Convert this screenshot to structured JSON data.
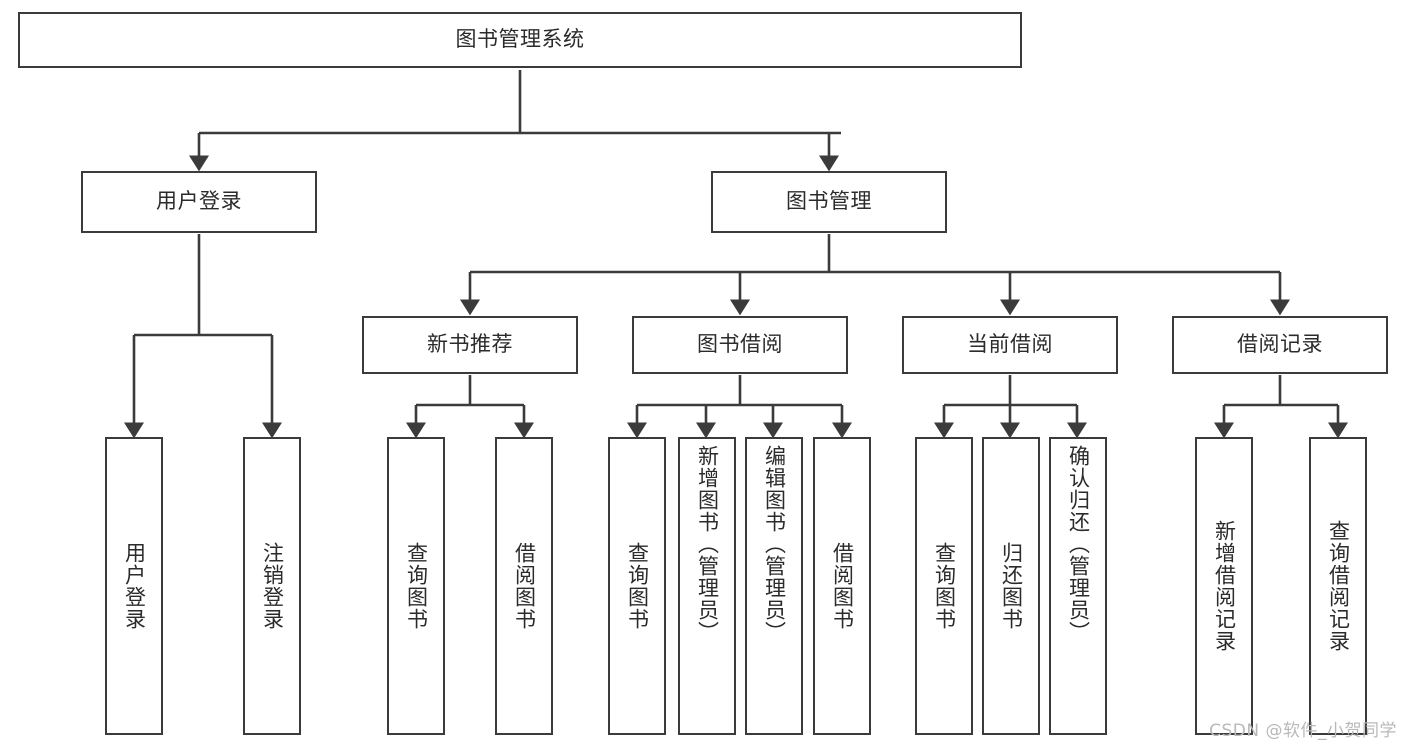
{
  "diagram": {
    "type": "tree-hierarchy",
    "title": "图书管理系统",
    "watermark": "CSDN @软件_小贺同学",
    "colors": {
      "box_border": "#3b3b3b",
      "box_fill": "#ffffff",
      "connector": "#3b3b3b",
      "text": "#2b2b2b",
      "watermark": "#b9b9b9",
      "background": "#ffffff"
    },
    "nodes": {
      "root": {
        "label": "图书管理系统",
        "orientation": "horizontal",
        "level": 0
      },
      "user_login": {
        "label": "用户登录",
        "orientation": "horizontal",
        "level": 1
      },
      "book_manage": {
        "label": "图书管理",
        "orientation": "horizontal",
        "level": 1
      },
      "new_book_rec": {
        "label": "新书推荐",
        "orientation": "horizontal",
        "level": 2
      },
      "book_borrow": {
        "label": "图书借阅",
        "orientation": "horizontal",
        "level": 2
      },
      "current_borrow": {
        "label": "当前借阅",
        "orientation": "horizontal",
        "level": 2
      },
      "borrow_record": {
        "label": "借阅记录",
        "orientation": "horizontal",
        "level": 2
      },
      "leaf_user_login": {
        "label": "用户登录",
        "orientation": "vertical",
        "level": 3
      },
      "leaf_logout": {
        "label": "注销登录",
        "orientation": "vertical",
        "level": 3
      },
      "leaf_query_book_a": {
        "label": "查询图书",
        "orientation": "vertical",
        "level": 3
      },
      "leaf_borrow_book_a": {
        "label": "借阅图书",
        "orientation": "vertical",
        "level": 3
      },
      "leaf_query_book_b": {
        "label": "查询图书",
        "orientation": "vertical",
        "level": 3
      },
      "leaf_add_book": {
        "label": "新增图书（管理员）",
        "orientation": "vertical",
        "level": 3
      },
      "leaf_edit_book": {
        "label": "编辑图书（管理员）",
        "orientation": "vertical",
        "level": 3
      },
      "leaf_borrow_book_b": {
        "label": "借阅图书",
        "orientation": "vertical",
        "level": 3
      },
      "leaf_query_book_c": {
        "label": "查询图书",
        "orientation": "vertical",
        "level": 3
      },
      "leaf_return_book": {
        "label": "归还图书",
        "orientation": "vertical",
        "level": 3
      },
      "leaf_confirm_return": {
        "label": "确认归还（管理员）",
        "orientation": "vertical",
        "level": 3
      },
      "leaf_add_record": {
        "label": "新增借阅记录",
        "orientation": "vertical",
        "level": 3
      },
      "leaf_query_record": {
        "label": "查询借阅记录",
        "orientation": "vertical",
        "level": 3
      }
    },
    "edges": [
      {
        "from": "root",
        "to": "user_login"
      },
      {
        "from": "root",
        "to": "book_manage"
      },
      {
        "from": "user_login",
        "to": "leaf_user_login"
      },
      {
        "from": "user_login",
        "to": "leaf_logout"
      },
      {
        "from": "book_manage",
        "to": "new_book_rec"
      },
      {
        "from": "book_manage",
        "to": "book_borrow"
      },
      {
        "from": "book_manage",
        "to": "current_borrow"
      },
      {
        "from": "book_manage",
        "to": "borrow_record"
      },
      {
        "from": "new_book_rec",
        "to": "leaf_query_book_a"
      },
      {
        "from": "new_book_rec",
        "to": "leaf_borrow_book_a"
      },
      {
        "from": "book_borrow",
        "to": "leaf_query_book_b"
      },
      {
        "from": "book_borrow",
        "to": "leaf_add_book"
      },
      {
        "from": "book_borrow",
        "to": "leaf_edit_book"
      },
      {
        "from": "book_borrow",
        "to": "leaf_borrow_book_b"
      },
      {
        "from": "current_borrow",
        "to": "leaf_query_book_c"
      },
      {
        "from": "current_borrow",
        "to": "leaf_return_book"
      },
      {
        "from": "current_borrow",
        "to": "leaf_confirm_return"
      },
      {
        "from": "borrow_record",
        "to": "leaf_add_record"
      },
      {
        "from": "borrow_record",
        "to": "leaf_query_record"
      }
    ]
  }
}
